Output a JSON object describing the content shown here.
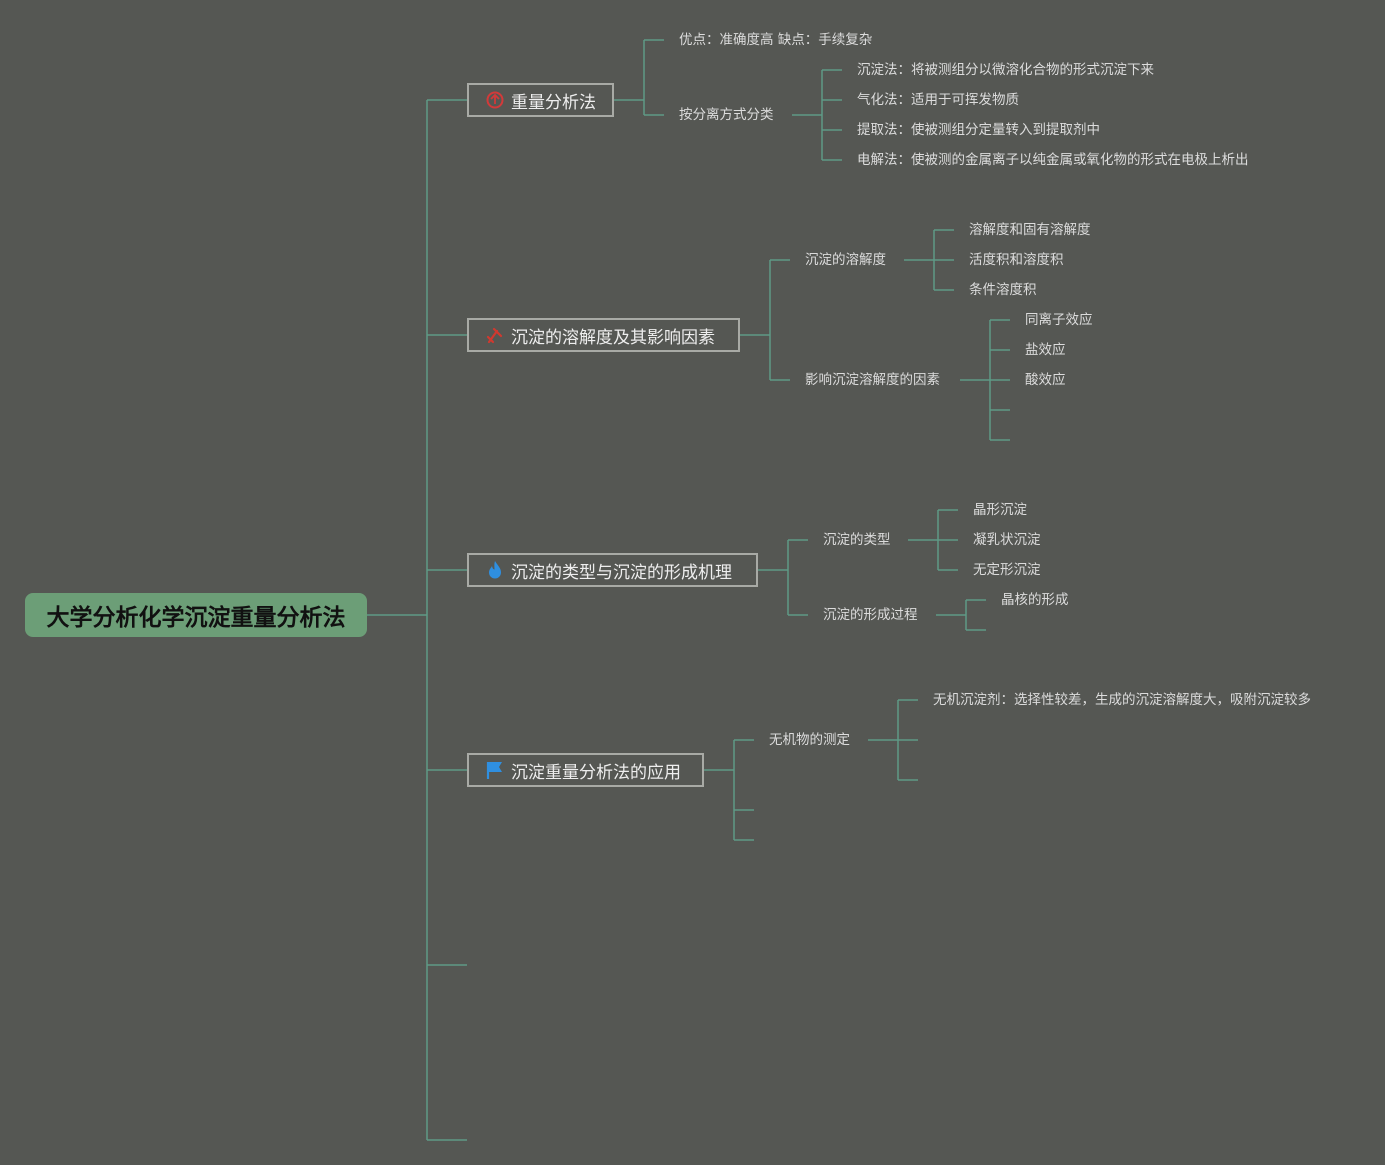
{
  "root": {
    "label": "大学分析化学沉淀重量分析法"
  },
  "branches": [
    {
      "label": "重量分析法",
      "icon": "medal-icon",
      "children": [
        {
          "label": "优点：准确度高 缺点：手续复杂"
        },
        {
          "label": "按分离方式分类",
          "children": [
            {
              "label": "沉淀法：将被测组分以微溶化合物的形式沉淀下来"
            },
            {
              "label": "气化法：适用于可挥发物质"
            },
            {
              "label": "提取法：使被测组分定量转入到提取剂中"
            },
            {
              "label": "电解法：使被测的金属离子以纯金属或氧化物的形式在电极上析出"
            }
          ]
        }
      ]
    },
    {
      "label": "沉淀的溶解度及其影响因素",
      "icon": "tools-icon",
      "children": [
        {
          "label": "沉淀的溶解度",
          "children": [
            {
              "label": "溶解度和固有溶解度"
            },
            {
              "label": "活度积和溶度积"
            },
            {
              "label": "条件溶度积"
            }
          ]
        },
        {
          "label": "影响沉淀溶解度的因素",
          "children": [
            {
              "label": "同离子效应"
            },
            {
              "label": "盐效应"
            },
            {
              "label": "酸效应"
            }
          ]
        }
      ]
    },
    {
      "label": "沉淀的类型与沉淀的形成机理",
      "icon": "flame-icon",
      "children": [
        {
          "label": "沉淀的类型",
          "children": [
            {
              "label": "晶形沉淀"
            },
            {
              "label": "凝乳状沉淀"
            },
            {
              "label": "无定形沉淀"
            }
          ]
        },
        {
          "label": "沉淀的形成过程",
          "children": [
            {
              "label": "晶核的形成"
            }
          ]
        }
      ]
    },
    {
      "label": "沉淀重量分析法的应用",
      "icon": "flag-icon",
      "children": [
        {
          "label": "无机物的测定",
          "children": [
            {
              "label": "无机沉淀剂：选择性较差，生成的沉淀溶解度大，吸附沉淀较多"
            }
          ]
        }
      ]
    }
  ],
  "colors": {
    "background": "#555753",
    "connector": "#5f9a86",
    "root_fill": "#6c9e77",
    "branch_border": "#a8aaa5",
    "medal": "#d23a3a",
    "tools": "#d0392f",
    "flame": "#2f8fe0",
    "flag": "#2f8fe0"
  }
}
